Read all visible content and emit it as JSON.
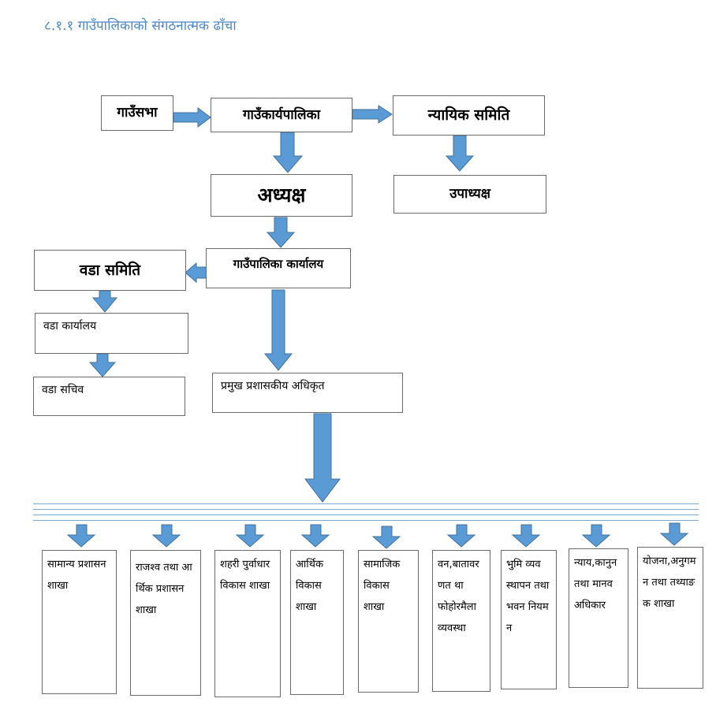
{
  "heading": "८.१.१ गाउँपालिकाको संगठनात्मक ढाँचा",
  "nodes": {
    "gaunsabha": "गाउँसभा",
    "karyapalika": "गाउँकार्यपालिका",
    "nyayik_samiti": "न्यायिक समिति",
    "adhyaksha": "अध्यक्ष",
    "upadhyaksha": "उपाध्यक्ष",
    "gaunpalika_karyalaya": "गाउँपालिका कार्यालय",
    "wada_samiti": "वडा समिति",
    "wada_karyalaya": "वडा कार्यालय",
    "wada_sachiv": "वडा सचिव",
    "pramukh": "प्रमुख प्रशासकीय अधिकृत"
  },
  "branches": [
    "सामान्य प्रशासन शाखा",
    "राजश्व तथा आर्थिक प्रशासन शाखा",
    "शहरी पुर्वाधार विकास शाखा",
    "आर्थिक विकास शाखा",
    "सामाजिक विकास शाखा",
    "वन,बातावरणत था फोहोरमैला व्यवस्था",
    "भुमि व्यवस्थापन तथा भवन नियमन",
    "न्याय,कानुन तथा मानव अधिकार",
    "योजना,अनुगमन तथा तथ्याङक शाखा"
  ],
  "colors": {
    "arrow": "#5b9bd5",
    "arrow_stroke": "#41719c",
    "heading": "#4a86c8"
  }
}
